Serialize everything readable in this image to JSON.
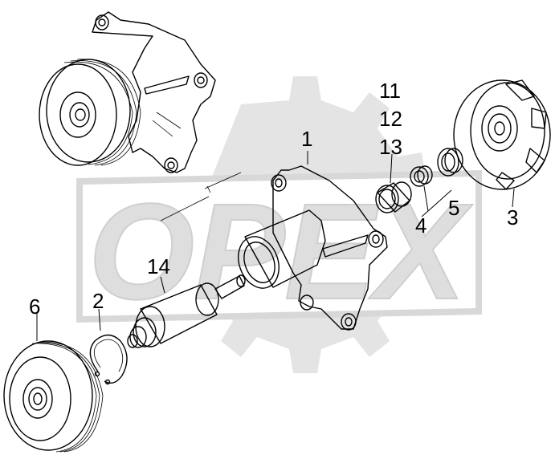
{
  "callouts": {
    "c1": "1",
    "c2": "2",
    "c3": "3",
    "c4": "4",
    "c5": "5",
    "c6": "6",
    "c11": "11",
    "c12": "12",
    "c13": "13",
    "c14": "14"
  },
  "watermark": "OPEX",
  "colors": {
    "watermark": "#e4e4e4",
    "shading": "#d6d6d6",
    "line": "#000000"
  }
}
